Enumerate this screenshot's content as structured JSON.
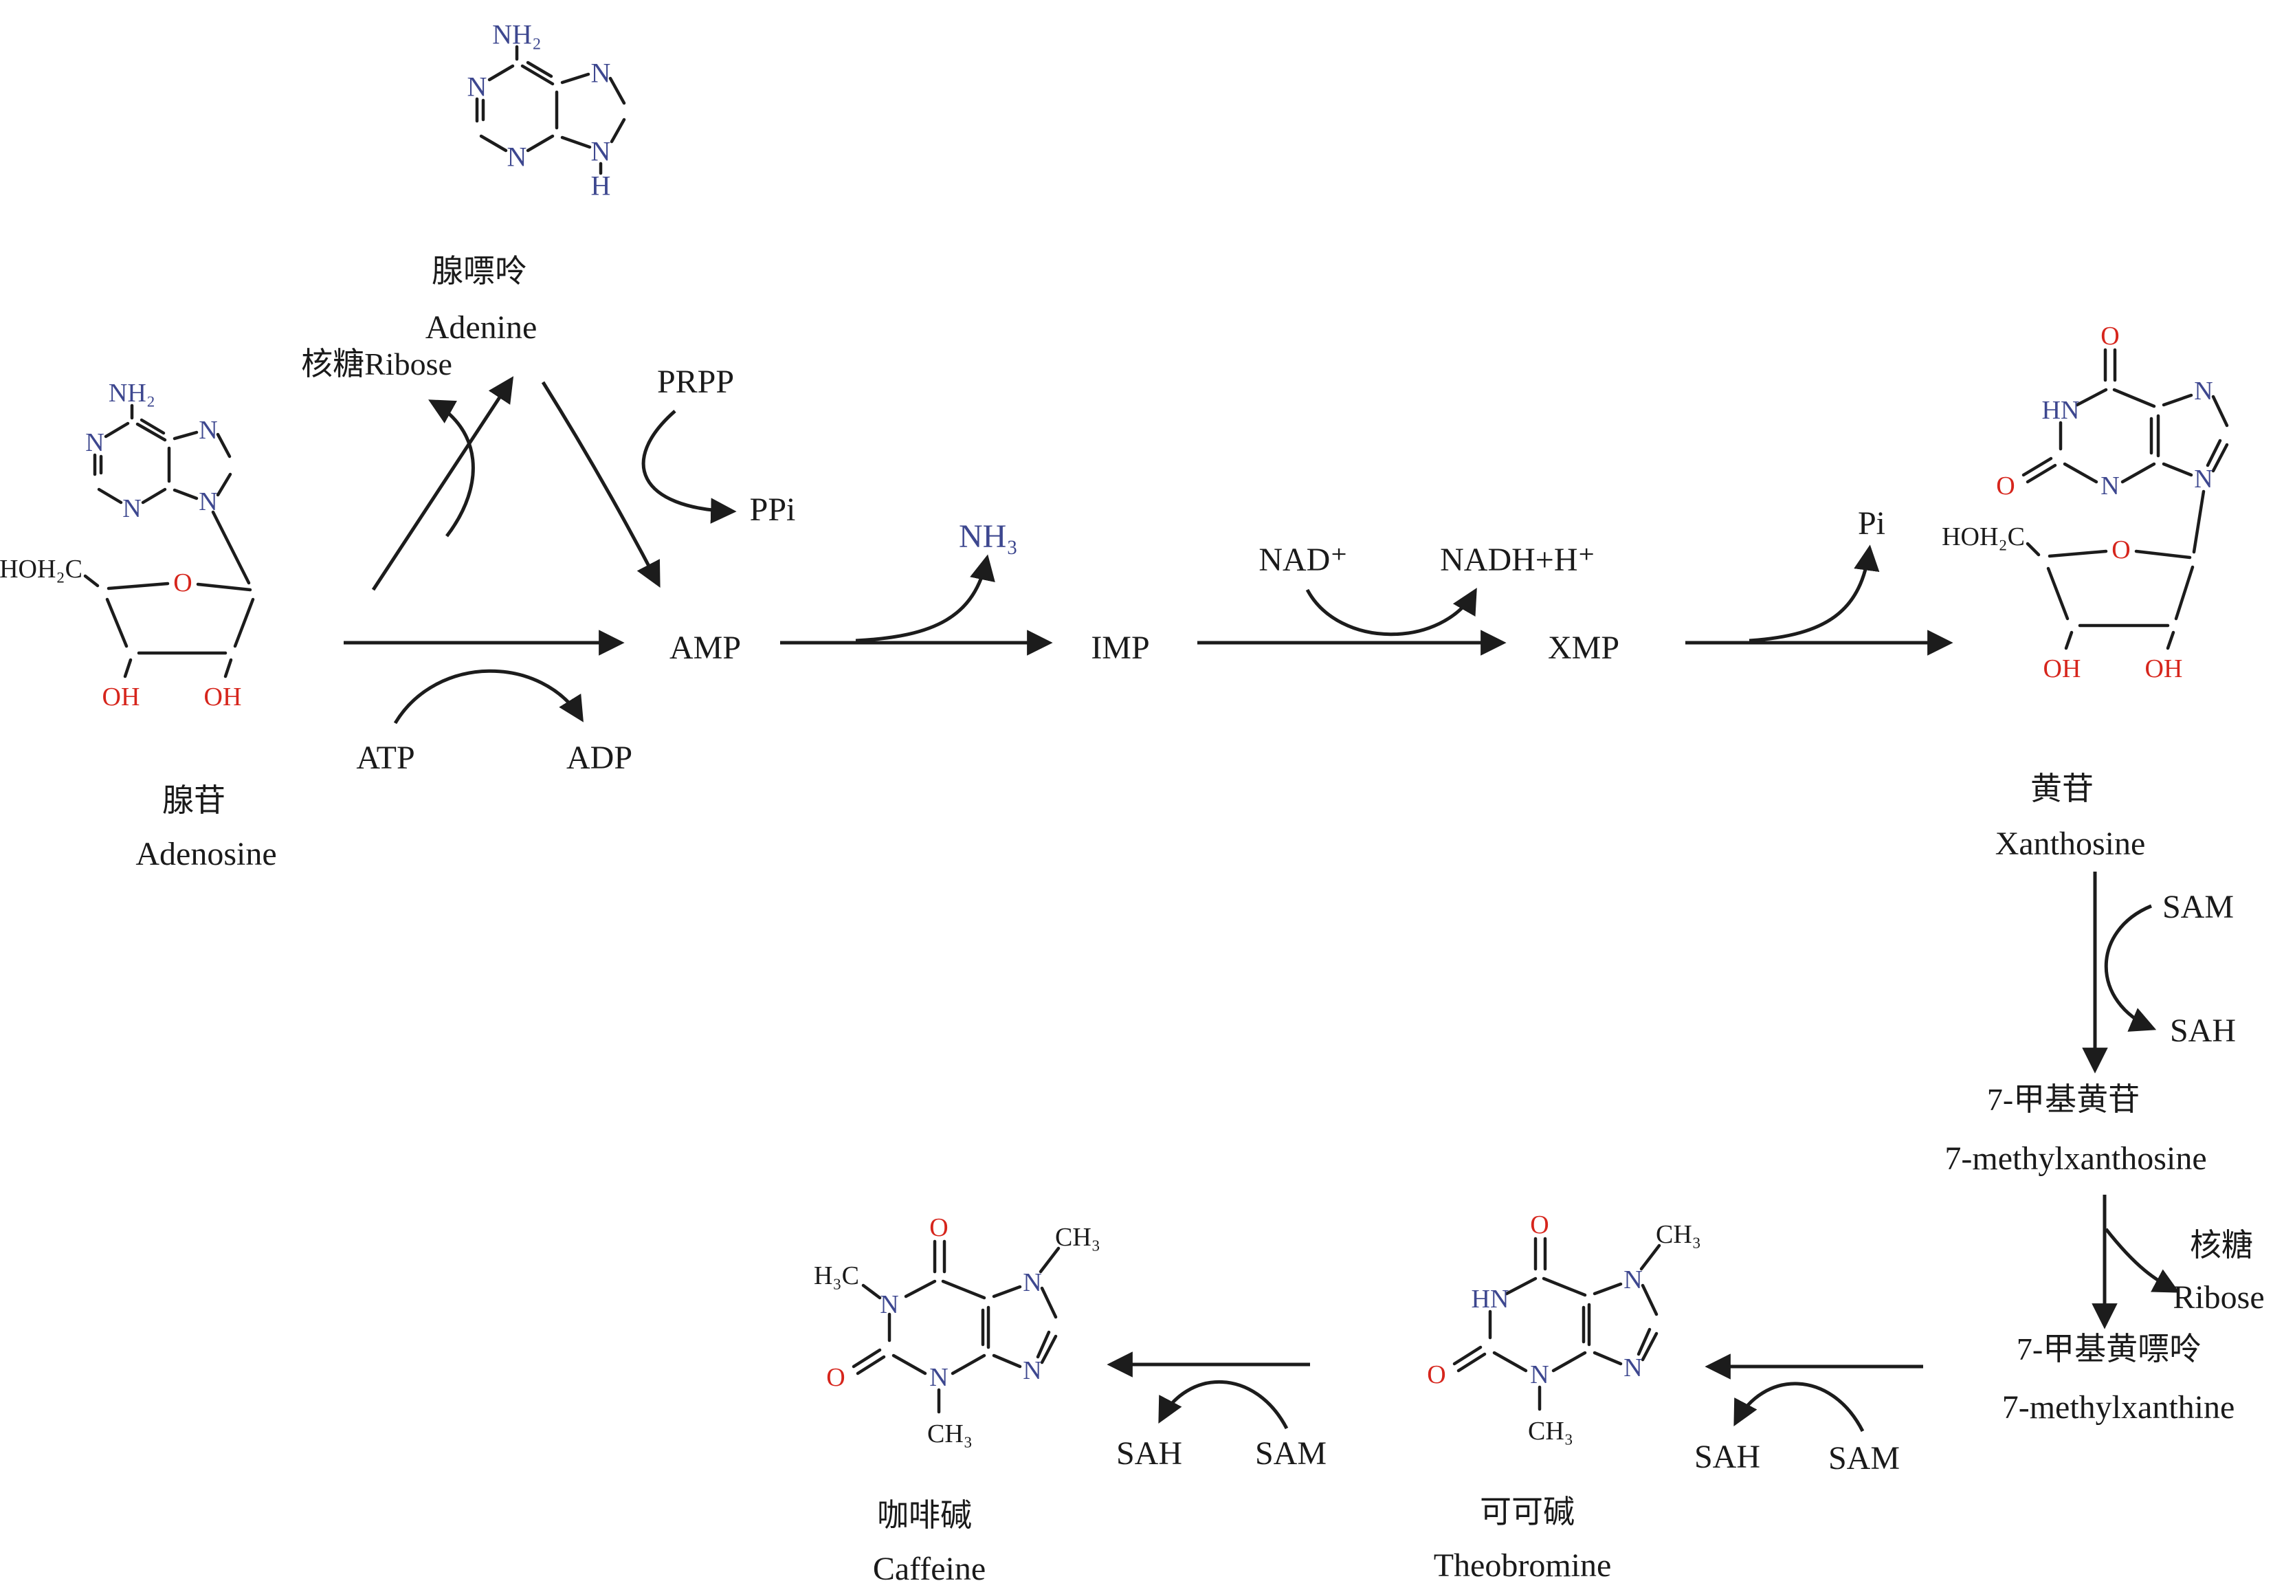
{
  "colors": {
    "nitrogen_blue": "#3d478f",
    "oxygen_red": "#d6251c",
    "ink": "#1a1a1a"
  },
  "labels": {
    "adenine_zh": "腺嘌呤",
    "adenine_en": "Adenine",
    "adenosine_zh": "腺苷",
    "adenosine_en": "Adenosine",
    "xanthosine_zh": "黄苷",
    "xanthosine_en": "Xanthosine",
    "methylxanthosine_zh": "7-甲基黄苷",
    "methylxanthosine_en": "7-methylxanthosine",
    "methylxanthine_zh": "7-甲基黄嘌呤",
    "methylxanthine_en": "7-methylxanthine",
    "theobromine_zh": "可可碱",
    "theobromine_en": "Theobromine",
    "caffeine_zh": "咖啡碱",
    "caffeine_en": "Caffeine",
    "ribose_combined": "核糖Ribose",
    "ribose_zh": "核糖",
    "ribose_en": "Ribose",
    "amp": "AMP",
    "imp": "IMP",
    "xmp": "XMP",
    "atp": "ATP",
    "adp": "ADP",
    "prpp": "PRPP",
    "ppi": "PPi",
    "nh3": "NH₃",
    "nad": "NAD⁺",
    "nadh": "NADH+H⁺",
    "pi": "Pi",
    "sam": "SAM",
    "sah": "SAH"
  },
  "atoms": {
    "adenine": {
      "nh2": "NH₂",
      "n1": "N",
      "n3": "N",
      "n7": "N",
      "n9": "N",
      "h9": "H"
    },
    "adenosine": {
      "nh2": "NH₂",
      "n1": "N",
      "n3": "N",
      "n7": "N",
      "n9": "N",
      "o_ring": "O",
      "hoh2c": "HOH₂C",
      "oh_a": "OH",
      "oh_b": "OH"
    },
    "xanthosine": {
      "o6": "O",
      "n1": "HN",
      "o2": "O",
      "n3": "N",
      "n7": "N",
      "n9": "N",
      "o_ring": "O",
      "hoh2c": "HOH₂C",
      "oh_a": "OH",
      "oh_b": "OH"
    },
    "theobromine": {
      "o6": "O",
      "n1": "HN",
      "o2": "O",
      "n3": "N",
      "n7": "N",
      "n9": "N",
      "ch3_n3": "CH₃",
      "ch3_n7": "CH₃"
    },
    "caffeine": {
      "o6": "O",
      "h3c_n1": "H₃C",
      "n1": "N",
      "o2": "O",
      "n3": "N",
      "n7": "N",
      "n9": "N",
      "ch3_n3": "CH₃",
      "ch3_n7": "CH₃"
    }
  }
}
